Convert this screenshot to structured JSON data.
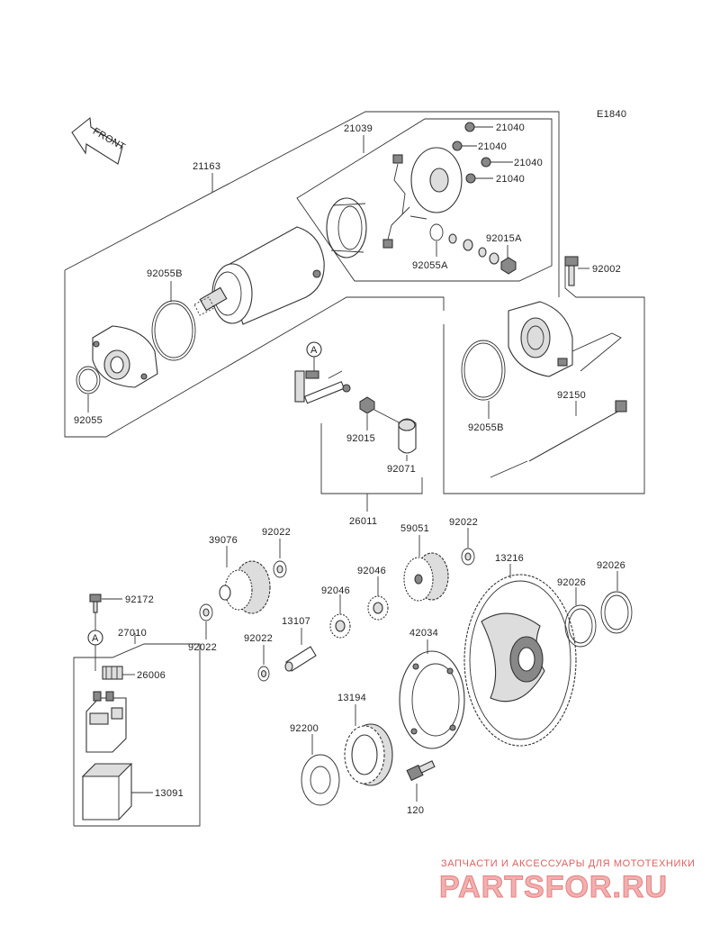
{
  "diagram_code": "E1840",
  "front_label": "FRONT",
  "marker_letter": "A",
  "labels": {
    "p21163": "21163",
    "p21039": "21039",
    "p21040a": "21040",
    "p21040b": "21040",
    "p21040c": "21040",
    "p21040d": "21040",
    "p92015A": "92015A",
    "p92055A": "92055A",
    "p92055B_top": "92055B",
    "p92002": "92002",
    "p92055": "92055",
    "p92015": "92015",
    "p92071": "92071",
    "p92150": "92150",
    "p92055B_right": "92055B",
    "p26011": "26011",
    "p39076": "39076",
    "p92022a": "92022",
    "p59051": "59051",
    "p92022b": "92022",
    "p13216": "13216",
    "p92046a": "92046",
    "p92046b": "92046",
    "p92026a": "92026",
    "p92026b": "92026",
    "p92172": "92172",
    "p27010": "27010",
    "p92022c": "92022",
    "p92022d": "92022",
    "p13107": "13107",
    "p42034": "42034",
    "p26006": "26006",
    "p13194": "13194",
    "p92200": "92200",
    "p13091": "13091",
    "p120": "120"
  },
  "watermark": {
    "tagline": "ЗАПЧАСТИ И АКСЕССУАРЫ ДЛЯ МОТОТЕХНИКИ",
    "brand": "PARTSFOR.RU"
  },
  "colors": {
    "line": "#333333",
    "watermark": "#e06060"
  }
}
